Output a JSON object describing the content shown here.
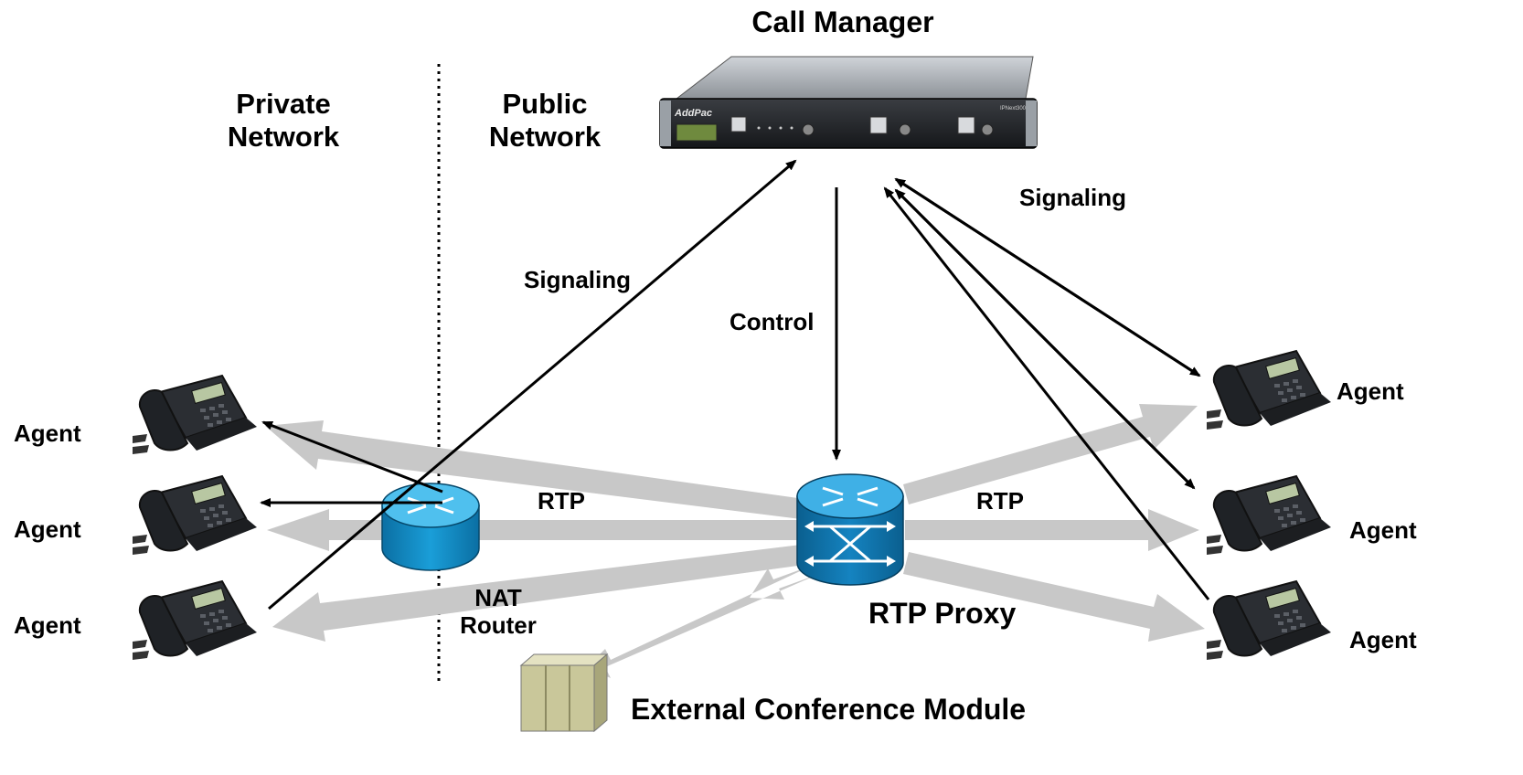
{
  "zones": {
    "private": {
      "line1": "Private",
      "line2": "Network"
    },
    "public": {
      "line1": "Public",
      "line2": "Network"
    }
  },
  "call_manager": {
    "title": "Call Manager",
    "brand": "AddPac",
    "model": "IPNext300"
  },
  "nat_router": {
    "line1": "NAT",
    "line2": "Router"
  },
  "rtp_proxy": {
    "label": "RTP Proxy"
  },
  "conference": {
    "label": "External Conference Module"
  },
  "flows": {
    "signaling_left": "Signaling",
    "signaling_right": "Signaling",
    "control": "Control",
    "rtp_left": "RTP",
    "rtp_right": "RTP"
  },
  "agents": {
    "left": [
      "Agent",
      "Agent",
      "Agent"
    ],
    "right": [
      "Agent",
      "Agent",
      "Agent"
    ]
  },
  "colors": {
    "rtp_arrow": "#c8c8c8",
    "signal_arrow": "#000000",
    "router_blue": "#1a9ed8",
    "router_dark": "#0b6fa3",
    "proxy_blue": "#1583c0",
    "conference_body": "#c9c79a"
  }
}
